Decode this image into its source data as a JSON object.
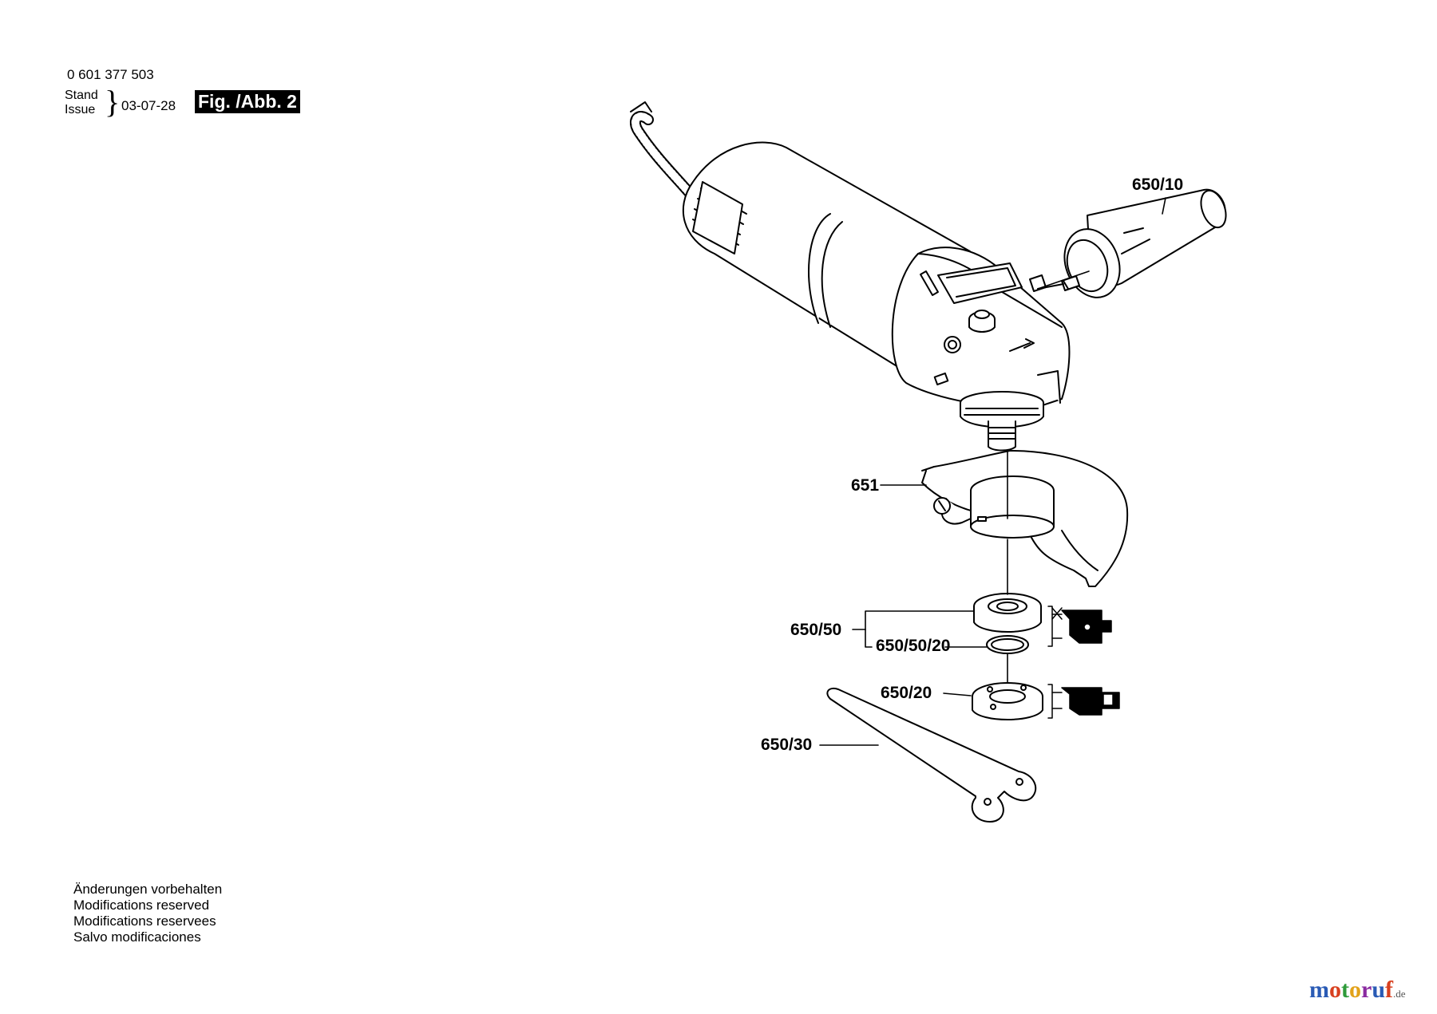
{
  "header": {
    "part_number": "0 601 377 503",
    "stand_label": "Stand",
    "issue_label": "Issue",
    "date": "03-07-28",
    "figure_label": "Fig. /Abb. 2"
  },
  "callouts": {
    "side_handle": "650/10",
    "guard": "651",
    "clamping_flange": "650/50",
    "o_ring": "650/50/20",
    "clamping_nut": "650/20",
    "spanner": "650/30"
  },
  "notes": [
    "Änderungen vorbehalten",
    "Modifications reserved",
    "Modifications reservees",
    "Salvo modificaciones"
  ],
  "watermark": {
    "letters": [
      "m",
      "o",
      "t",
      "o",
      "r",
      "u",
      "f"
    ],
    "colors": [
      "#2a5bb5",
      "#d8401f",
      "#2f9b3a",
      "#e2a21a",
      "#8a2aa0",
      "#2a5bb5",
      "#d8401f"
    ],
    "suffix": ".de"
  }
}
